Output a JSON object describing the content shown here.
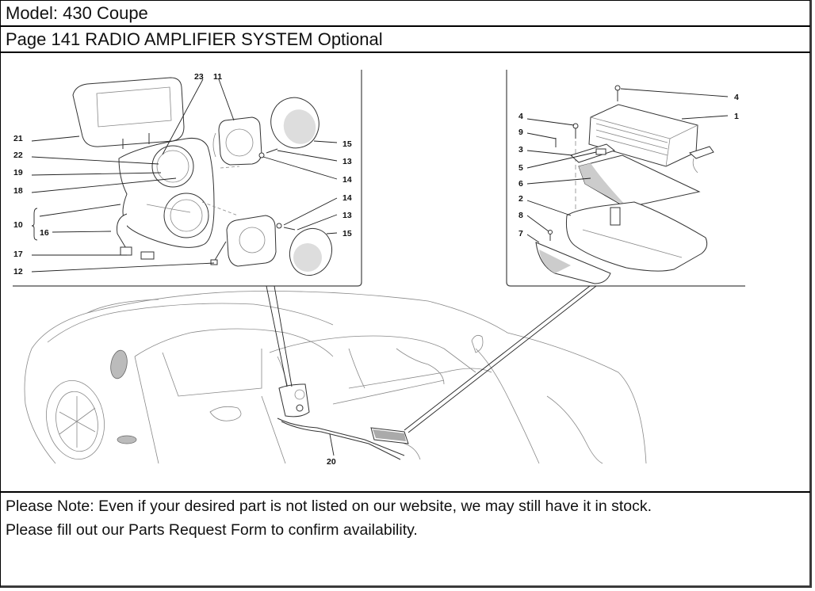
{
  "header": {
    "model_line": "Model: 430 Coupe",
    "page_line": "Page 141   RADIO AMPLIFIER SYSTEM Optional"
  },
  "diagram": {
    "title": "Radio amplifier system exploded parts diagram",
    "left_panel_callouts": {
      "c23": "23",
      "c11": "11",
      "c21": "21",
      "c22": "22",
      "c19": "19",
      "c18": "18",
      "c10": "10",
      "c16": "16",
      "c17": "17",
      "c12": "12",
      "c15a": "15",
      "c13a": "13",
      "c14a": "14",
      "c14b": "14",
      "c13b": "13",
      "c15b": "15"
    },
    "right_panel_callouts": {
      "c4a": "4",
      "c1": "1",
      "c4b": "4",
      "c9": "9",
      "c3": "3",
      "c5": "5",
      "c6": "6",
      "c2": "2",
      "c8": "8",
      "c7": "7"
    },
    "car_callouts": {
      "c20": "20"
    }
  },
  "footer": {
    "note_line1": "Please Note: Even if your desired part is not listed on our website, we may still have it in stock.",
    "note_line2": "Please fill out our Parts Request Form to confirm availability."
  }
}
